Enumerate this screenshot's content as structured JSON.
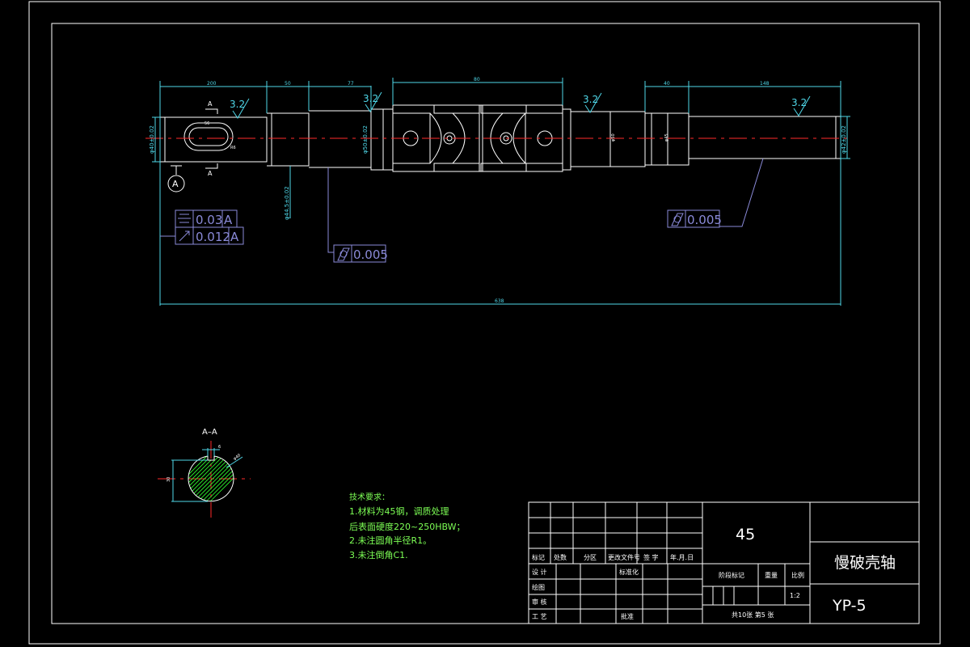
{
  "dimensions": {
    "d_200": "200",
    "d_50": "50",
    "d_77": "77",
    "d_80": "80",
    "d_40": "40",
    "d_148": "148",
    "d_total": "638",
    "dia_left": "φ40±0.02",
    "dia_mid": "φ50±0.02",
    "dia_neck": "φ44.5±0.02",
    "dia_right": "φ42±0.02",
    "dia_small1": "φ50",
    "dia_small2": "φ45",
    "keyway_len": "56",
    "keyway_r": "R6"
  },
  "roughness": [
    "3.2",
    "3.2",
    "3.2",
    "3.2"
  ],
  "section_marks": {
    "label": "A",
    "section_title": "A–A",
    "section_w": "6",
    "section_d": "φ40",
    "section_dim": "30"
  },
  "datum": "A",
  "tolerances": {
    "symmetry_value": "0.03",
    "symmetry_datum": "A",
    "runout_value": "0.012",
    "runout_datum": "A",
    "cyl_mid": "0.005",
    "cyl_right": "0.005"
  },
  "tech_req": {
    "title": "技术要求：",
    "lines": [
      "1.材料为45钢，调质处理",
      "后表面硬度220~250HBW；",
      "2.未注圆角半径R1。",
      "3.未注倒角C1."
    ]
  },
  "title_block": {
    "material": "45",
    "part_name": "慢破壳轴",
    "drawing_no": "YP-5",
    "headers": [
      "标记",
      "处数",
      "分区",
      "更改文件号",
      "签 字",
      "年.月.日"
    ],
    "row_design": "设 计",
    "row_standard": "标准化",
    "row_drawing": "绘图",
    "row_review": "审 核",
    "row_process": "工 艺",
    "row_approve": "批准",
    "stage_mark": "阶段标记",
    "weight": "重量",
    "scale_label": "比例",
    "scale": "1:2",
    "sheets": "共10张  第5 张"
  }
}
